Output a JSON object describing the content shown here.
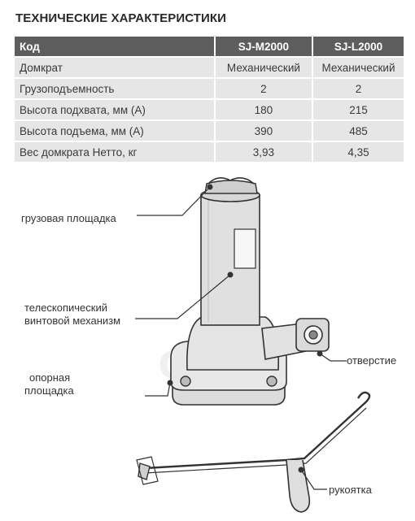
{
  "title": "ТЕХНИЧЕСКИЕ ХАРАКТЕРИСТИКИ",
  "table": {
    "headers": [
      "Код",
      "SJ-M2000",
      "SJ-L2000"
    ],
    "rows": [
      [
        "Домкрат",
        "Механический",
        "Механический"
      ],
      [
        "Грузоподъемность",
        "2",
        "2"
      ],
      [
        "Высота подхвата, мм (А)",
        "180",
        "215"
      ],
      [
        "Высота подъема, мм (А)",
        "390",
        "485"
      ],
      [
        "Вес домкрата Нетто, кг",
        "3,93",
        "4,35"
      ]
    ]
  },
  "callouts": {
    "platform": "грузовая площадка",
    "screw_line1": "телескопический",
    "screw_line2": "винтовой механизм",
    "hole": "отверстие",
    "base_line1": "опорная",
    "base_line2": "площадка",
    "handle": "рукоятка"
  },
  "watermark": "opel",
  "colors": {
    "header_bg": "#5d5d5d",
    "row_bg": "#e6e6e6",
    "line": "#333333"
  }
}
